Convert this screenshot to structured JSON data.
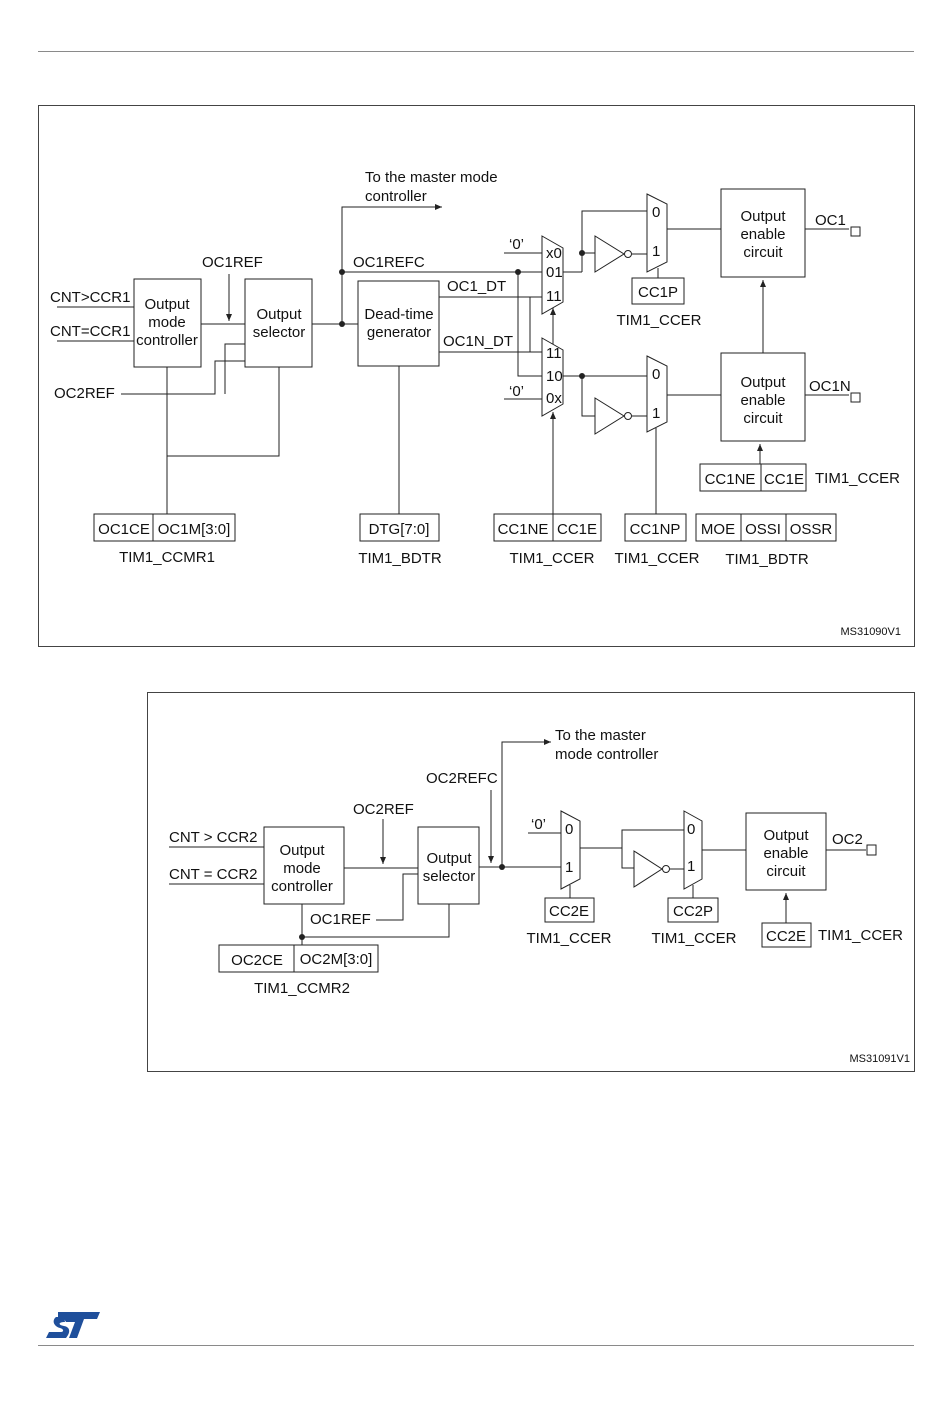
{
  "figure1": {
    "id": "MS31090V1",
    "inputs": [
      "CNT>CCR1",
      "CNT=CCR1",
      "OC2REF"
    ],
    "blocks": {
      "output_mode_controller": [
        "Output",
        "mode",
        "controller"
      ],
      "output_selector": [
        "Output",
        "selector"
      ],
      "dead_time_generator": [
        "Dead-time",
        "generator"
      ],
      "output_enable_top": [
        "Output",
        "enable",
        "circuit"
      ],
      "output_enable_bottom": [
        "Output",
        "enable",
        "circuit"
      ]
    },
    "signals": {
      "oc1ref": "OC1REF",
      "oc1refc": "OC1REFC",
      "master": [
        "To the master mode",
        "controller"
      ],
      "oc1_dt": "OC1_DT",
      "oc1n_dt": "OC1N_DT",
      "oc1": "OC1",
      "oc1n": "OC1N",
      "zero_a": "‘0’",
      "zero_b": "‘0’"
    },
    "mux_top": [
      "x0",
      "01",
      "11"
    ],
    "mux_bottom": [
      "11",
      "10",
      "0x"
    ],
    "mux_small": [
      "0",
      "1"
    ],
    "registers": {
      "ccmr1": {
        "cells": [
          "OC1CE",
          "OC1M[3:0]"
        ],
        "label": "TIM1_CCMR1"
      },
      "bdtr_dtg": {
        "cells": [
          "DTG[7:0]"
        ],
        "label": "TIM1_BDTR"
      },
      "ccer_ne": {
        "cells": [
          "CC1NE",
          "CC1E"
        ],
        "label": "TIM1_CCER"
      },
      "ccer_np": {
        "cells": [
          "CC1NP"
        ],
        "label": "TIM1_CCER"
      },
      "bdtr_moe": {
        "cells": [
          "MOE",
          "OSSI",
          "OSSR"
        ],
        "label": "TIM1_BDTR"
      },
      "ccer_p": {
        "cells": [
          "CC1P"
        ],
        "label": "TIM1_CCER"
      },
      "ccer_right": {
        "cells": [
          "CC1NE",
          "CC1E"
        ],
        "label": "TIM1_CCER"
      }
    }
  },
  "figure2": {
    "id": "MS31091V1",
    "inputs": [
      "CNT > CCR2",
      "CNT = CCR2"
    ],
    "blocks": {
      "output_mode_controller": [
        "Output",
        "mode",
        "controller"
      ],
      "output_selector": [
        "Output",
        "selector"
      ],
      "output_enable": [
        "Output",
        "enable",
        "circuit"
      ]
    },
    "signals": {
      "master": [
        "To the master",
        "mode controller"
      ],
      "oc2refc": "OC2REFC",
      "oc2ref": "OC2REF",
      "oc1ref": "OC1REF",
      "oc2": "OC2",
      "zero": "‘0’"
    },
    "mux": [
      "0",
      "1"
    ],
    "registers": {
      "ccmr2": {
        "cells": [
          "OC2CE",
          "OC2M[3:0]"
        ],
        "label": "TIM1_CCMR2"
      },
      "cc2e_a": {
        "cells": [
          "CC2E"
        ],
        "label": "TIM1_CCER"
      },
      "cc2p": {
        "cells": [
          "CC2P"
        ],
        "label": "TIM1_CCER"
      },
      "cc2e_b": {
        "cells": [
          "CC2E"
        ],
        "label": "TIM1_CCER"
      }
    }
  },
  "logo": "ST",
  "colors": {
    "line": "#222222",
    "logo": "#1f4f9b",
    "rule": "#8a8a8a"
  }
}
